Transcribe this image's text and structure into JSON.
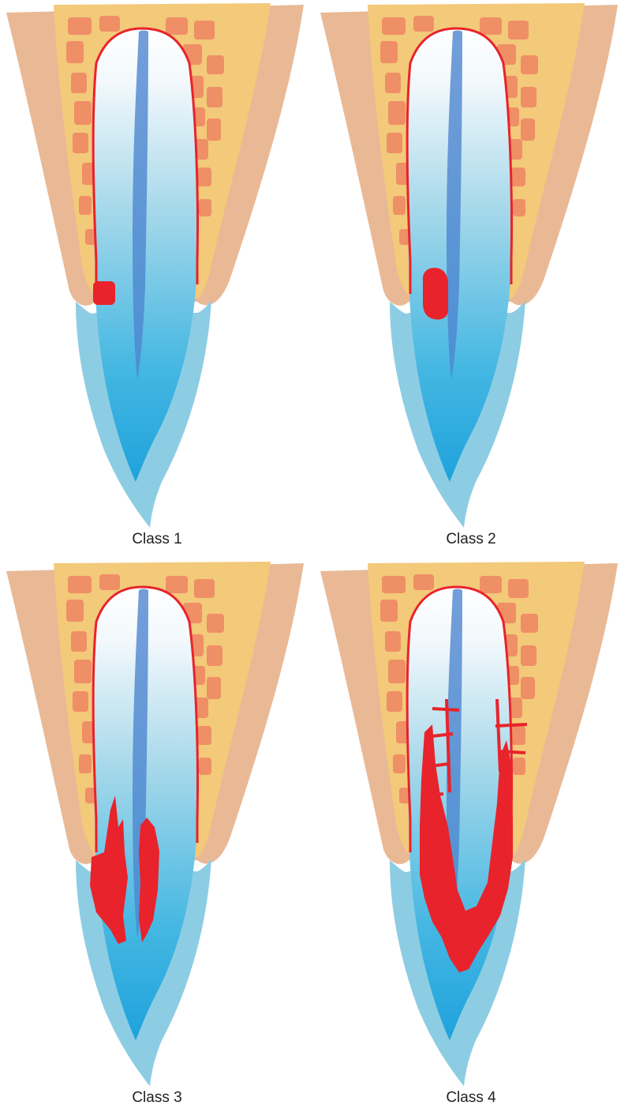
{
  "colors": {
    "bone_outer": "#e9b996",
    "bone_inner": "#f3c97a",
    "bone_cells": "#ef8f66",
    "lesion": "#e8232b",
    "root_outer": "#8dcde4",
    "root_core": "#2fa8dc",
    "canal": "#4d86cf"
  },
  "panels": [
    {
      "caption": "Class 1",
      "lesion_level": 1
    },
    {
      "caption": "Class 2",
      "lesion_level": 2
    },
    {
      "caption": "Class 3",
      "lesion_level": 3
    },
    {
      "caption": "Class 4",
      "lesion_level": 4
    }
  ]
}
